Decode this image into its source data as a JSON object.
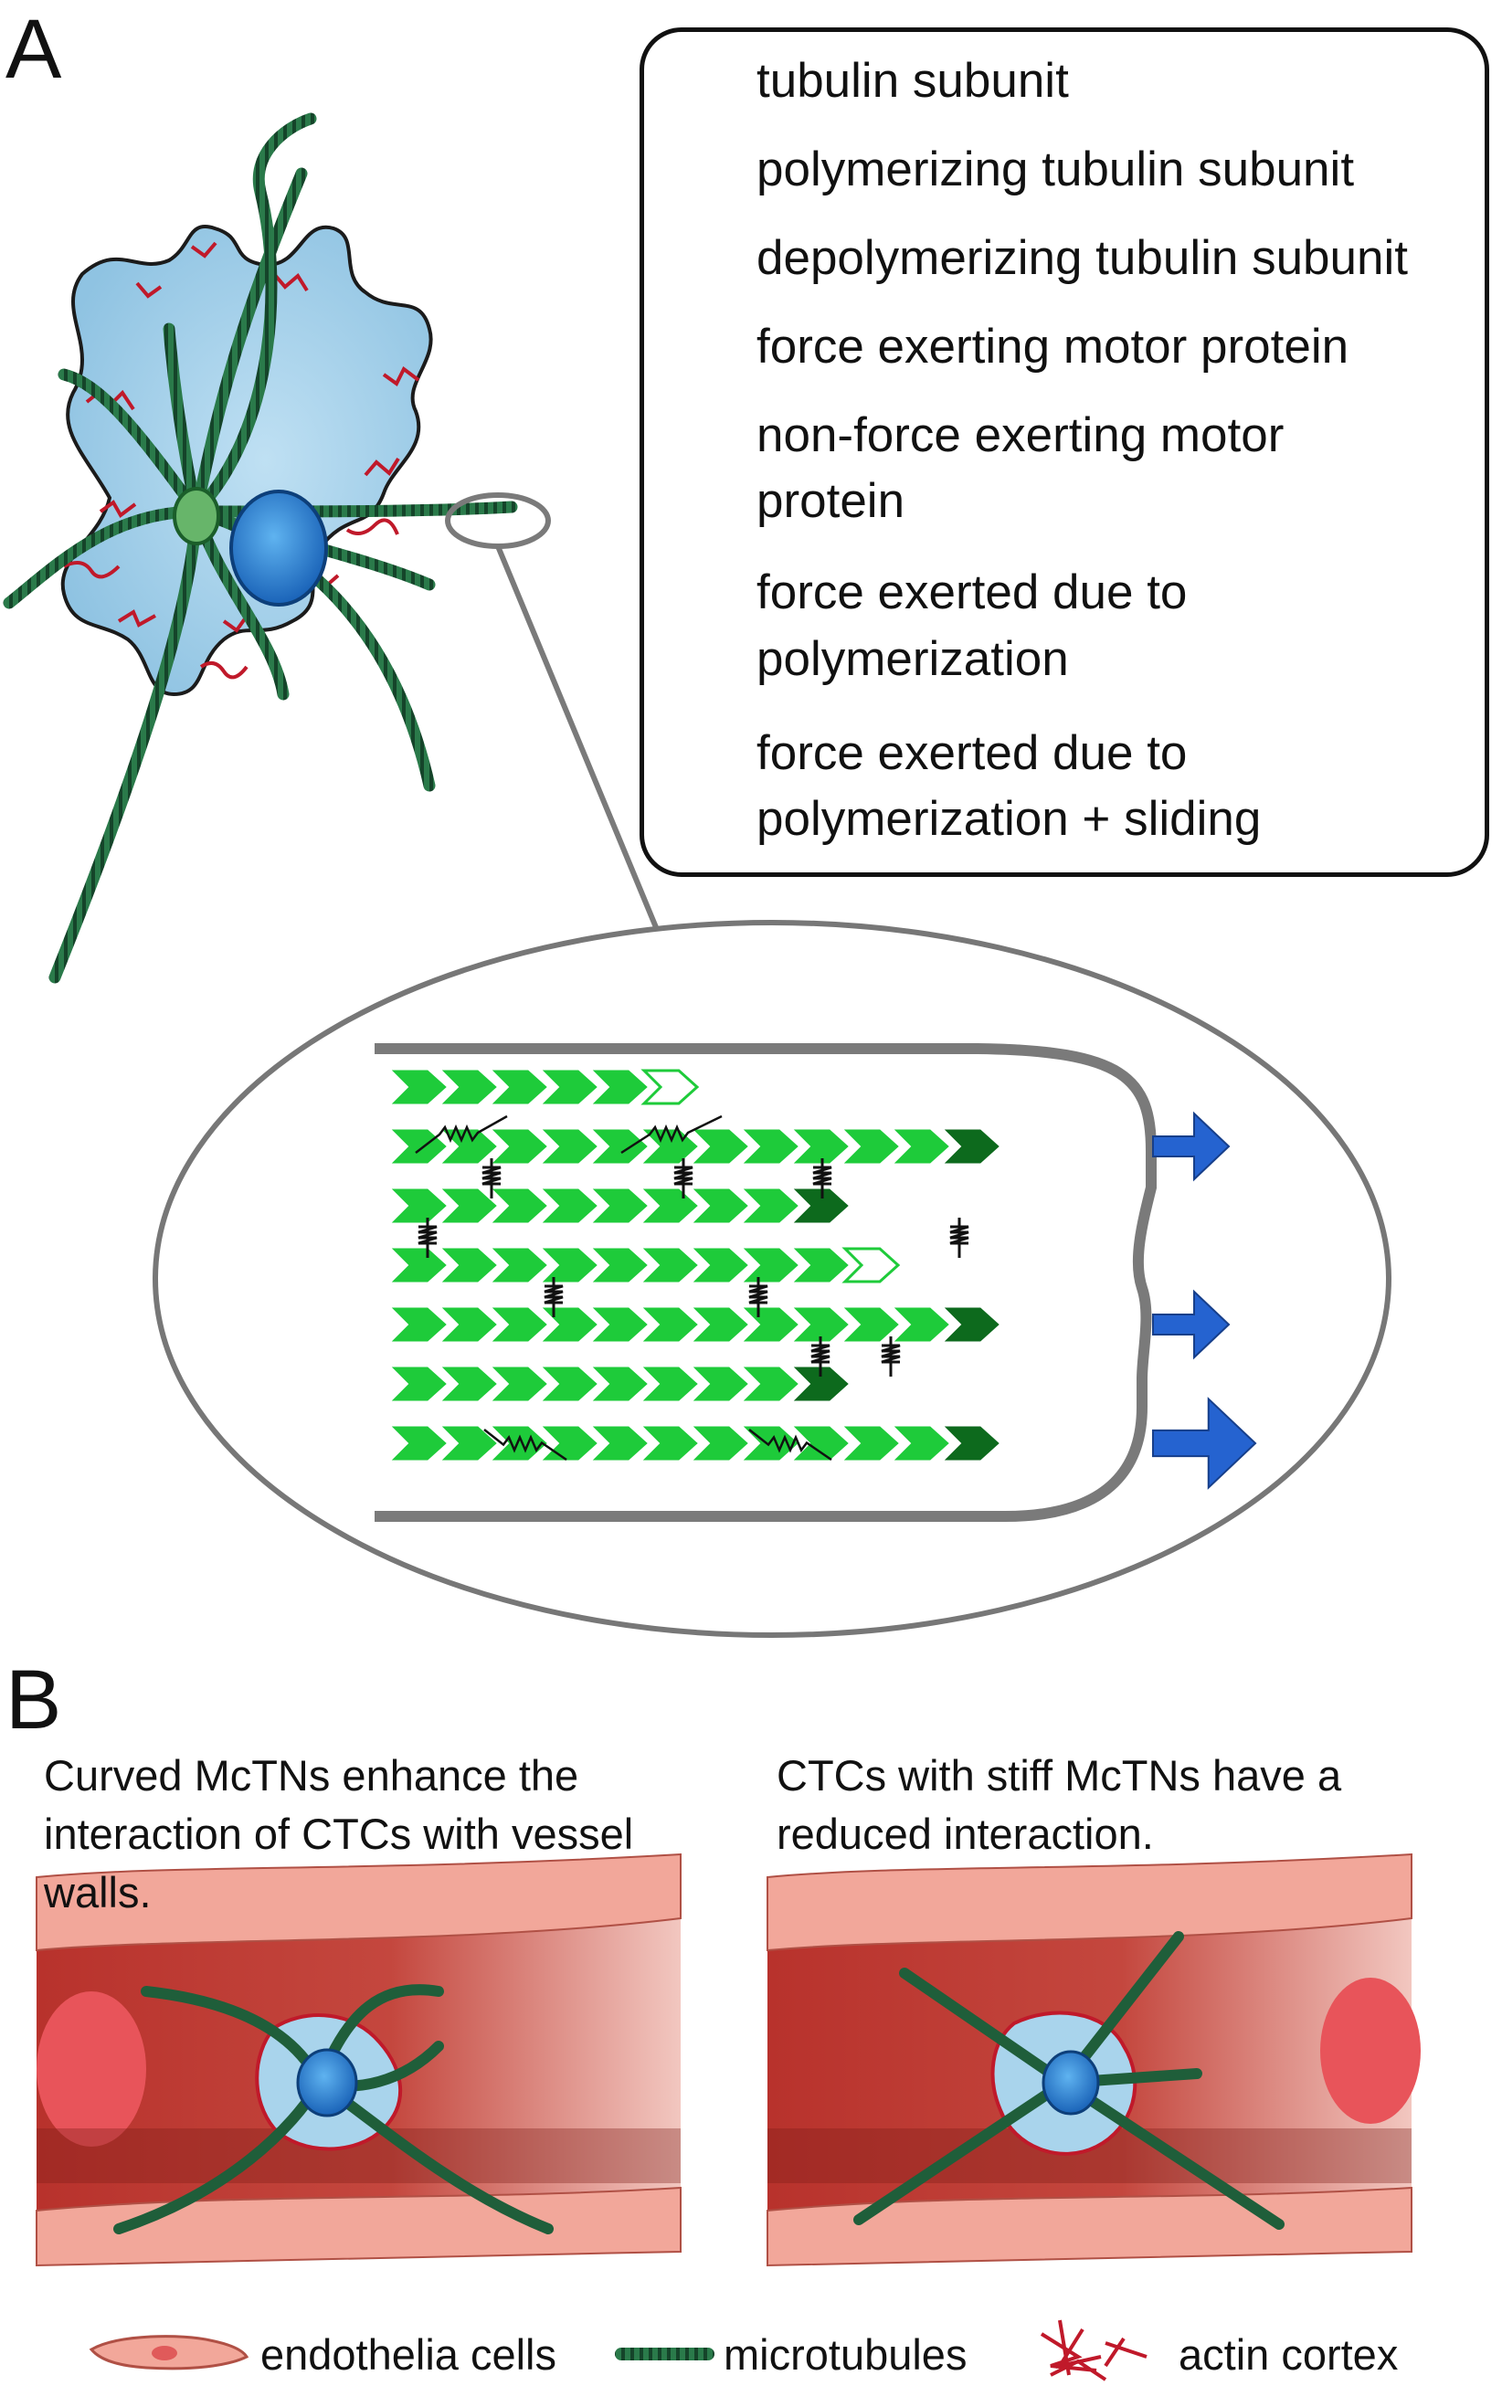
{
  "panels": {
    "a_label": "A",
    "b_label": "B"
  },
  "legend": {
    "items": [
      {
        "icon": "tubulin-subunit-icon",
        "text": "tubulin subunit"
      },
      {
        "icon": "polymerizing-subunit-icon",
        "text": "polymerizing tubulin subunit"
      },
      {
        "icon": "depolymerizing-subunit-icon",
        "text": "depolymerizing tubulin subunit"
      },
      {
        "icon": "force-motor-icon",
        "text": "force exerting motor protein"
      },
      {
        "icon": "nonforce-motor-icon",
        "text_line1": "non-force exerting motor",
        "text_line2": "protein"
      },
      {
        "icon": "small-blue-arrow-icon",
        "text_line1": "force exerted due to",
        "text_line2": "polymerization"
      },
      {
        "icon": "large-blue-arrow-icon",
        "text_line1": "force exerted due to",
        "text_line2": "polymerization + sliding"
      }
    ]
  },
  "panel_b": {
    "left_caption": "Curved McTNs enhance the interaction of CTCs with vessel walls.",
    "right_caption": "CTCs with stiff McTNs have a reduced interaction."
  },
  "bottom_legend": {
    "endothelia": "endothelia cells",
    "microtubules": "microtubules",
    "actin": "actin cortex"
  },
  "colors": {
    "tubulin": "#1ecb3a",
    "polymerizing": "#0d6a1d",
    "microtubule": "#1f5e3a",
    "actin": "#c0192a",
    "cell_body": "#a9d4ec",
    "nucleus": "#2a84d6",
    "force_arrow": "#2563d0",
    "vessel": "#c9443a",
    "endothelium": "#f2a79a"
  }
}
